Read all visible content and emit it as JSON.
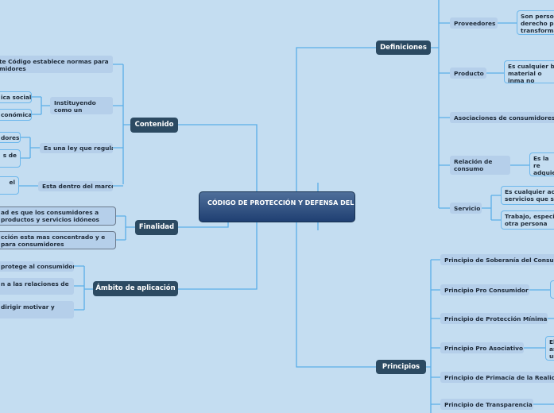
{
  "center": {
    "title": "CÓDIGO DE PROTECCIÓN Y DEFENSA DEL CONSUMIDOR"
  },
  "contenido": {
    "label": "Contenido",
    "items": [
      {
        "label": "te Código establece normas para midores"
      },
      {
        "label": "Instituyendo como un principio",
        "children": [
          "ica social",
          "conómica"
        ]
      },
      {
        "label": "Es una ley que regula",
        "children": [
          "dores",
          "s de"
        ]
      },
      {
        "label": "Esta dentro del marco",
        "children": [
          "el"
        ]
      }
    ]
  },
  "finalidad": {
    "label": "Finalidad",
    "items": [
      "ad es que los consumidores a productos y servicios idóneos",
      "cción esta mas concentrado y e para consumidores"
    ]
  },
  "ambito": {
    "label": "Ámbito de aplicación",
    "items": [
      "protege al consumidor",
      "n a las relaciones de",
      "dirigir motivar y"
    ]
  },
  "definiciones": {
    "label": "Definiciones",
    "items": [
      {
        "label": "Proveedores",
        "children": [
          "Son person derecho pú transforma"
        ]
      },
      {
        "label": "Producto",
        "children": [
          "Es cualquier bi material o inma no"
        ]
      },
      {
        "label": "Asociaciones de consumidores"
      },
      {
        "label": "Relación de consumo",
        "children": [
          "Es la re adquie servici"
        ]
      },
      {
        "label": "Servicio",
        "children": [
          "Es cualquier act servicios que se",
          "Trabajo, especia otra persona"
        ]
      }
    ]
  },
  "principios": {
    "label": "Principios",
    "items": [
      {
        "label": "Principio de Soberanía del Consu"
      },
      {
        "label": "Principio Pro Consumidor"
      },
      {
        "label": "Principio de Protección Mínima"
      },
      {
        "label": "Principio Pro Asociativo",
        "children": [
          "El as us"
        ]
      },
      {
        "label": "Principio de Primacía de la Realic"
      },
      {
        "label": "Principio de Transparencia"
      }
    ]
  },
  "colors": {
    "background": "#c4ddf1",
    "main_node": "#2c4a62",
    "connector": "#5aaee8"
  }
}
